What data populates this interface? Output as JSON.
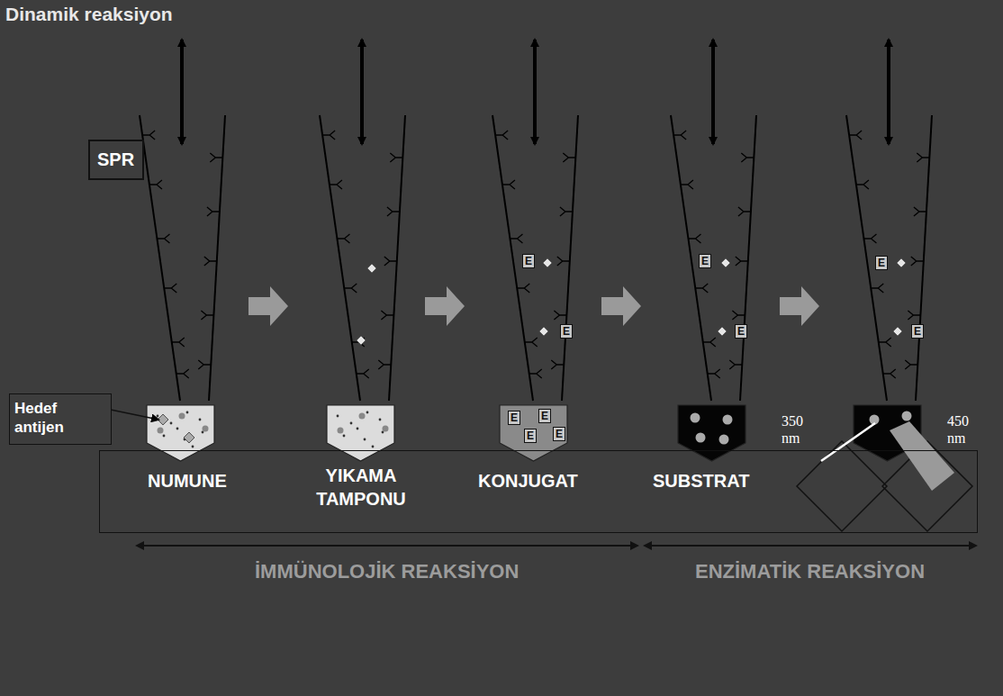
{
  "diagram": {
    "title": "Dinamik reaksiyon",
    "nodes": [
      {
        "text": [
          "SPR"
        ]
      },
      {
        "text": [
          "Hedef antijen"
        ]
      },
      {
        "text": [
          "NUMUNE",
          "YIKAMA TAMPONU",
          "KONJUGAT",
          "SUBSTRAT"
        ]
      }
    ],
    "labels": [
      "İMMÜNOLOJİK REAKSİYON",
      "ENZİMATİK REAKSİYON",
      "350 nm",
      "450 nm",
      "E",
      "E",
      "E",
      "E",
      "E",
      "E",
      "E",
      "E",
      "E",
      "E"
    ]
  }
}
